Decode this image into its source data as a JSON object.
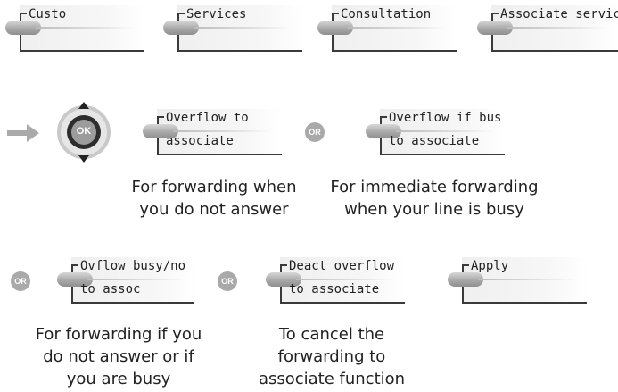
{
  "colors": {
    "text": "#222222",
    "key_dark": "#3a3a3a",
    "or_badge": "#a9a9a9",
    "arrow": "#aaaaaa"
  },
  "top_keys": [
    "Custo",
    "Services",
    "Consultation",
    "Associate servic"
  ],
  "nav": {
    "arrow_icon": "right-arrow-icon",
    "ok_label": "OK"
  },
  "or_label": "OR",
  "options": [
    {
      "line1": "Overflow to",
      "line2": "associate",
      "caption": [
        "For forwarding when",
        "you do not answer"
      ]
    },
    {
      "line1": "Overflow if bus",
      "line2": "to associate",
      "caption": [
        "For immediate forwarding",
        "when your line is busy"
      ]
    },
    {
      "line1": "Ovflow busy/no",
      "line2": "to assoc",
      "caption": [
        "For forwarding if you",
        "do not answer or if",
        "you are busy"
      ]
    },
    {
      "line1": "Deact overflow",
      "line2": "to associate",
      "caption": [
        "To cancel the",
        "forwarding to",
        "associate function"
      ]
    },
    {
      "line1": "Apply",
      "line2": ""
    }
  ]
}
